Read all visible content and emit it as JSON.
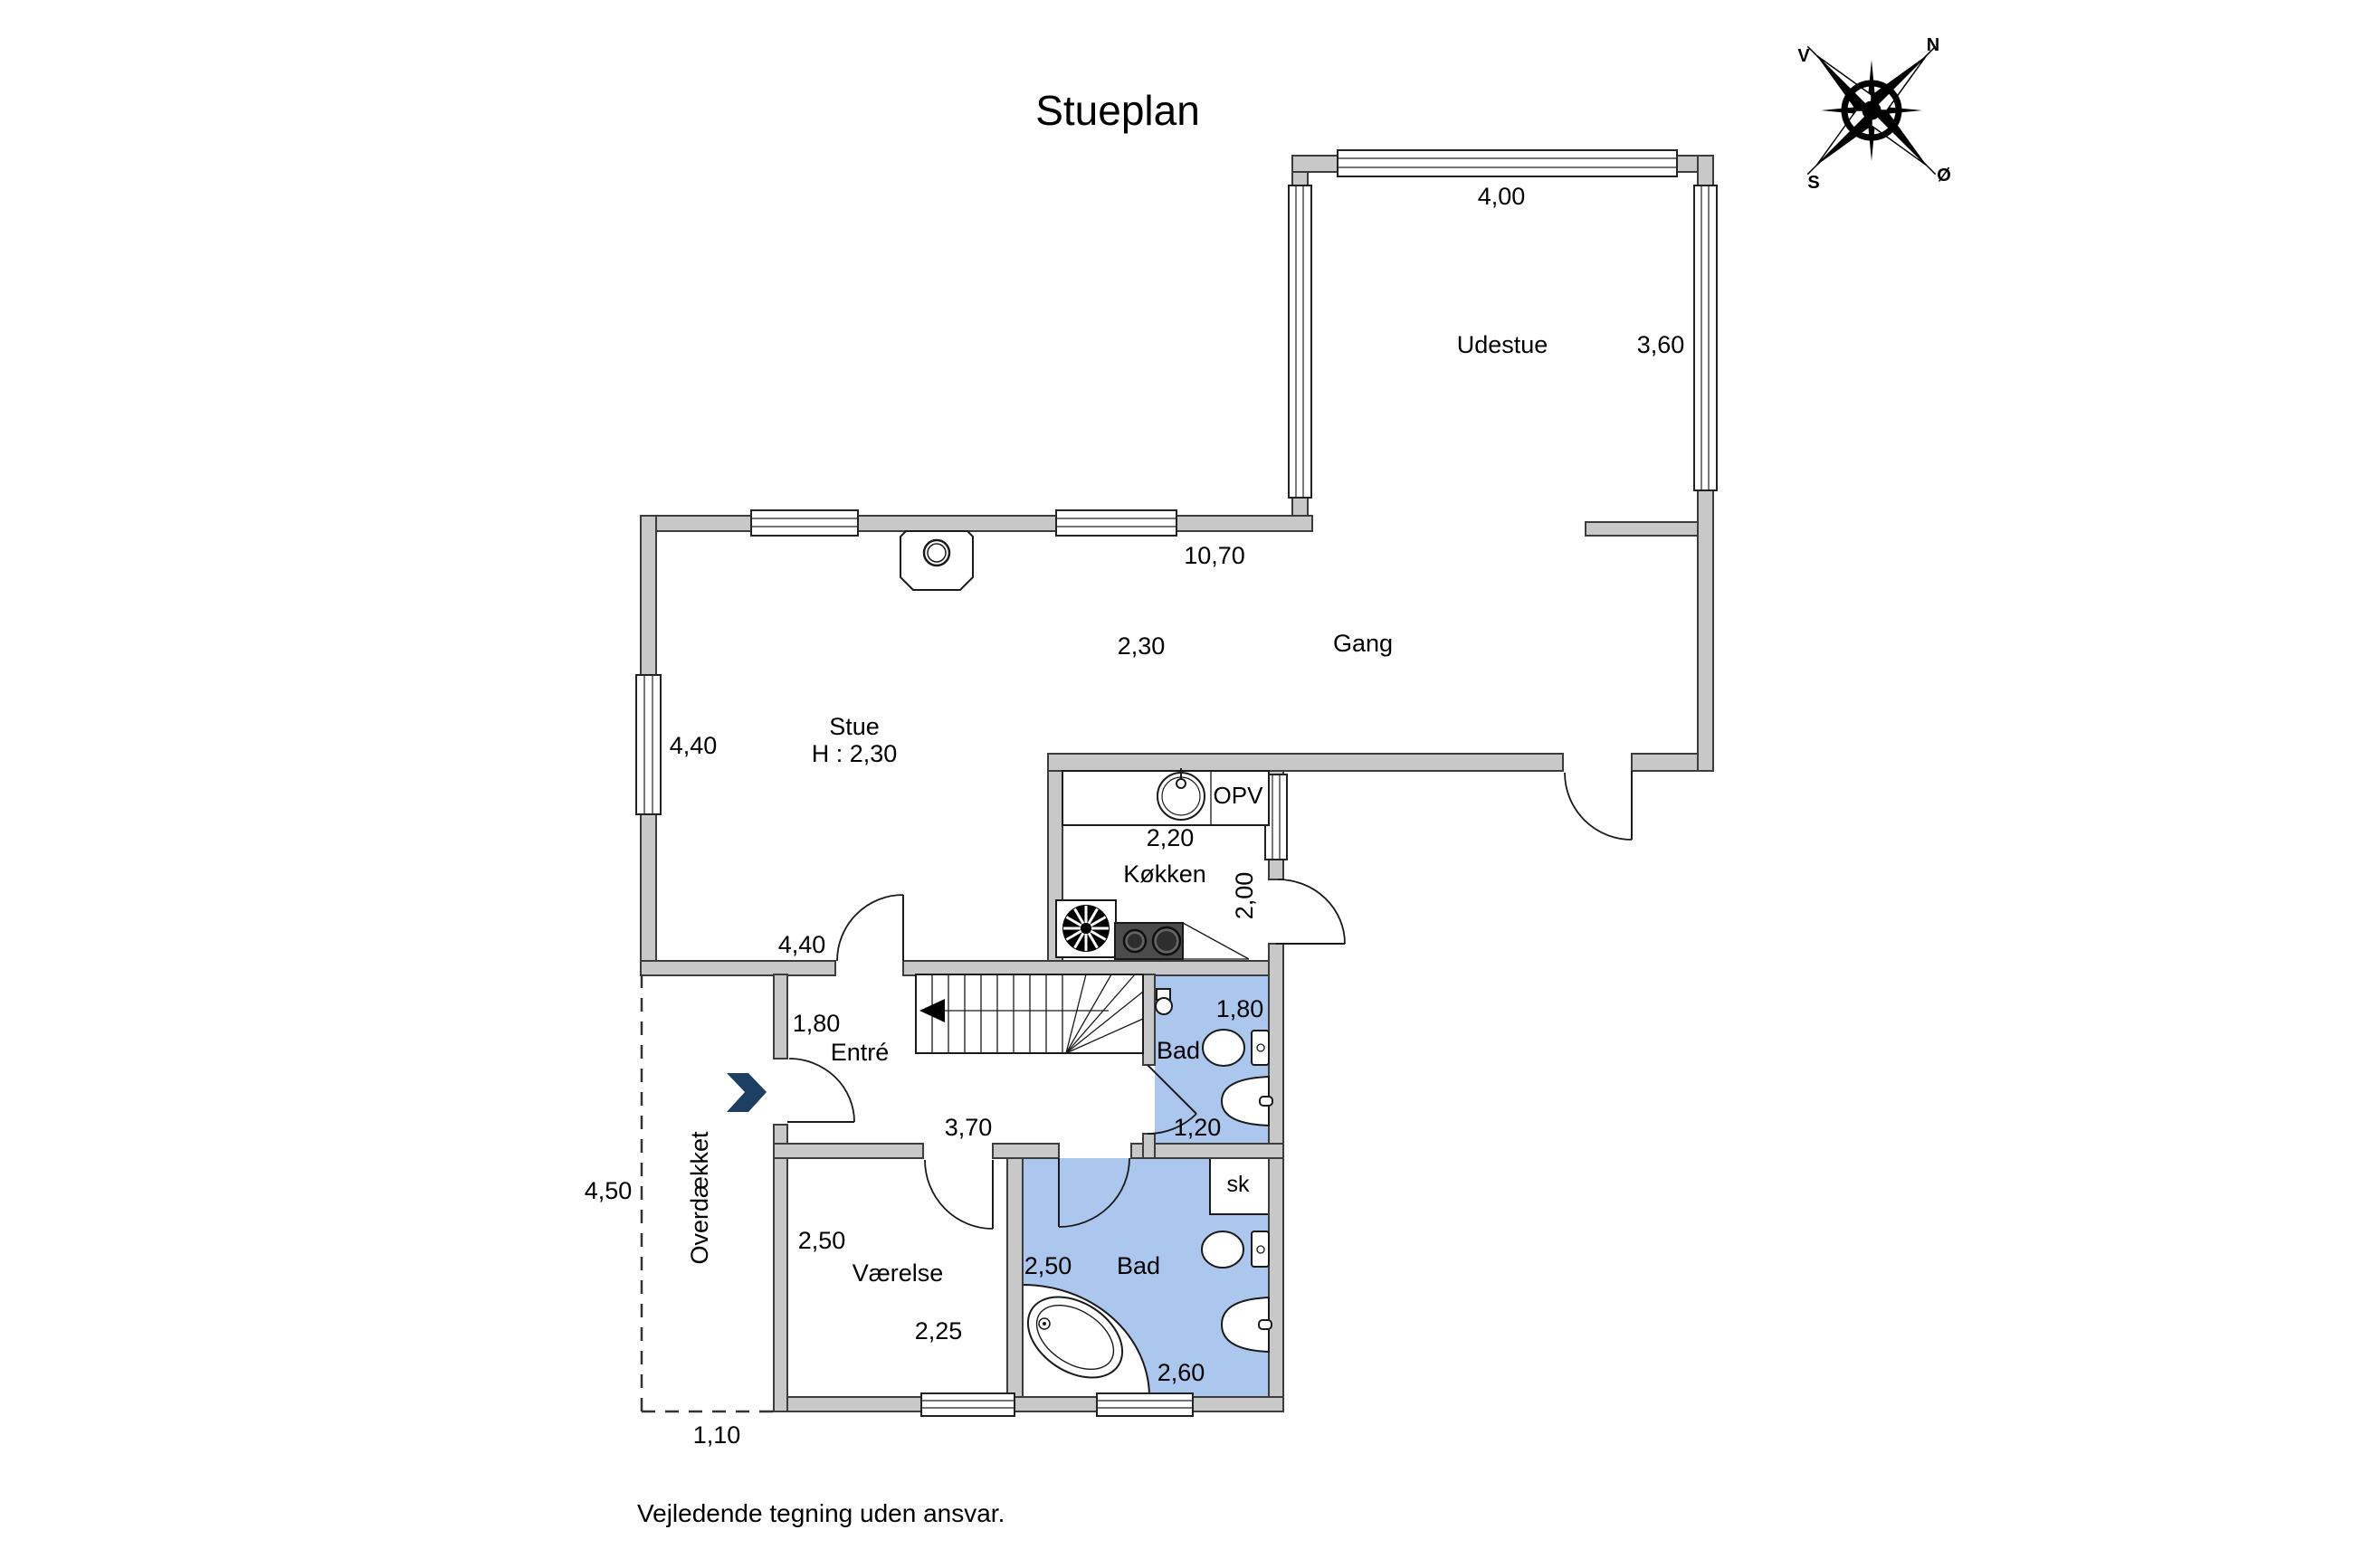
{
  "title": "Stueplan",
  "footer_note": "Vejledende tegning uden ansvar.",
  "compass": {
    "north": "N",
    "east": "Ø",
    "south": "S",
    "west": "V"
  },
  "colors": {
    "wall_fill": "#c8c8c8",
    "wall_stroke": "#3c3c3c",
    "bath_blue": "#abc7ed",
    "arrow_navy": "#1d3f63",
    "line": "#1a1a1a",
    "stove_dark": "#4b4b4b"
  },
  "rooms": {
    "udestue": {
      "label": "Udestue",
      "width": "4,00",
      "height": "3,60"
    },
    "gang": {
      "label": "Gang",
      "top_dim": "10,70",
      "width": "2,30"
    },
    "stue": {
      "label": "Stue",
      "ceiling": "H : 2,30",
      "side_dim": "4,40",
      "bottom_dim": "4,40"
    },
    "koekken": {
      "label": "Køkken",
      "width": "2,20",
      "height": "2,00",
      "dishwasher": "OPV"
    },
    "entre": {
      "label": "Entré",
      "height": "1,80",
      "width": "3,70"
    },
    "bad_upper": {
      "label": "Bad",
      "height": "1,80",
      "width": "1,20"
    },
    "bad_lower": {
      "label": "Bad",
      "height": "2,50",
      "width": "2,60",
      "closet": "sk"
    },
    "vaerelse": {
      "label": "Værelse",
      "height": "2,50",
      "width": "2,25"
    },
    "overdaekket": {
      "label": "Overdækket",
      "height": "4,50",
      "width": "1,10"
    }
  }
}
